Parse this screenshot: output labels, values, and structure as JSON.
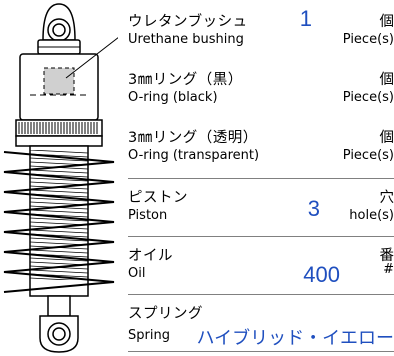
{
  "spec_list": [
    {
      "id": "urethane",
      "label_jp": "ウレタンブッシュ",
      "label_en": "Urethane bushing",
      "value": "1",
      "unit_jp": "個",
      "unit_en": "Piece(s)"
    },
    {
      "id": "oring-black",
      "label_jp": "3㎜リング（黒）",
      "label_en": "O-ring (black)",
      "value": "",
      "unit_jp": "個",
      "unit_en": "Piece(s)"
    },
    {
      "id": "oring-clear",
      "label_jp": "3㎜リング（透明）",
      "label_en": "O-ring (transparent)",
      "value": "",
      "unit_jp": "個",
      "unit_en": "Piece(s)"
    },
    {
      "id": "piston",
      "label_jp": "ピストン",
      "label_en": "Piston",
      "value": "3",
      "unit_jp": "穴",
      "unit_en": "hole(s)"
    },
    {
      "id": "oil",
      "label_jp": "オイル",
      "label_en": "Oil",
      "value": "400",
      "unit_jp": "番",
      "unit_en": "#"
    },
    {
      "id": "spring",
      "label_jp": "スプリング",
      "label_en": "Spring",
      "value": "ハイブリッド・イエロー",
      "unit_jp": "",
      "unit_en": ""
    }
  ],
  "colors": {
    "value_text": "#1f4fbf",
    "divider": "#808080",
    "ink": "#000000"
  }
}
